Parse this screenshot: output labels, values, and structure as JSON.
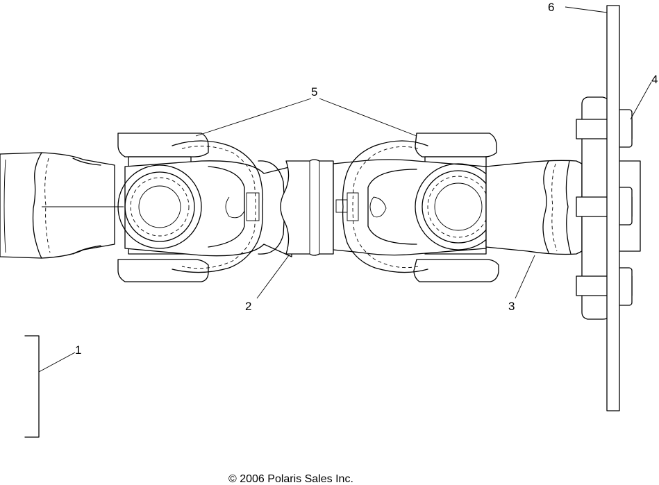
{
  "callouts": {
    "c1": "1",
    "c2": "2",
    "c3": "3",
    "c4": "4",
    "c5": "5",
    "c6": "6"
  },
  "copyright": "© 2006 Polaris Sales Inc."
}
